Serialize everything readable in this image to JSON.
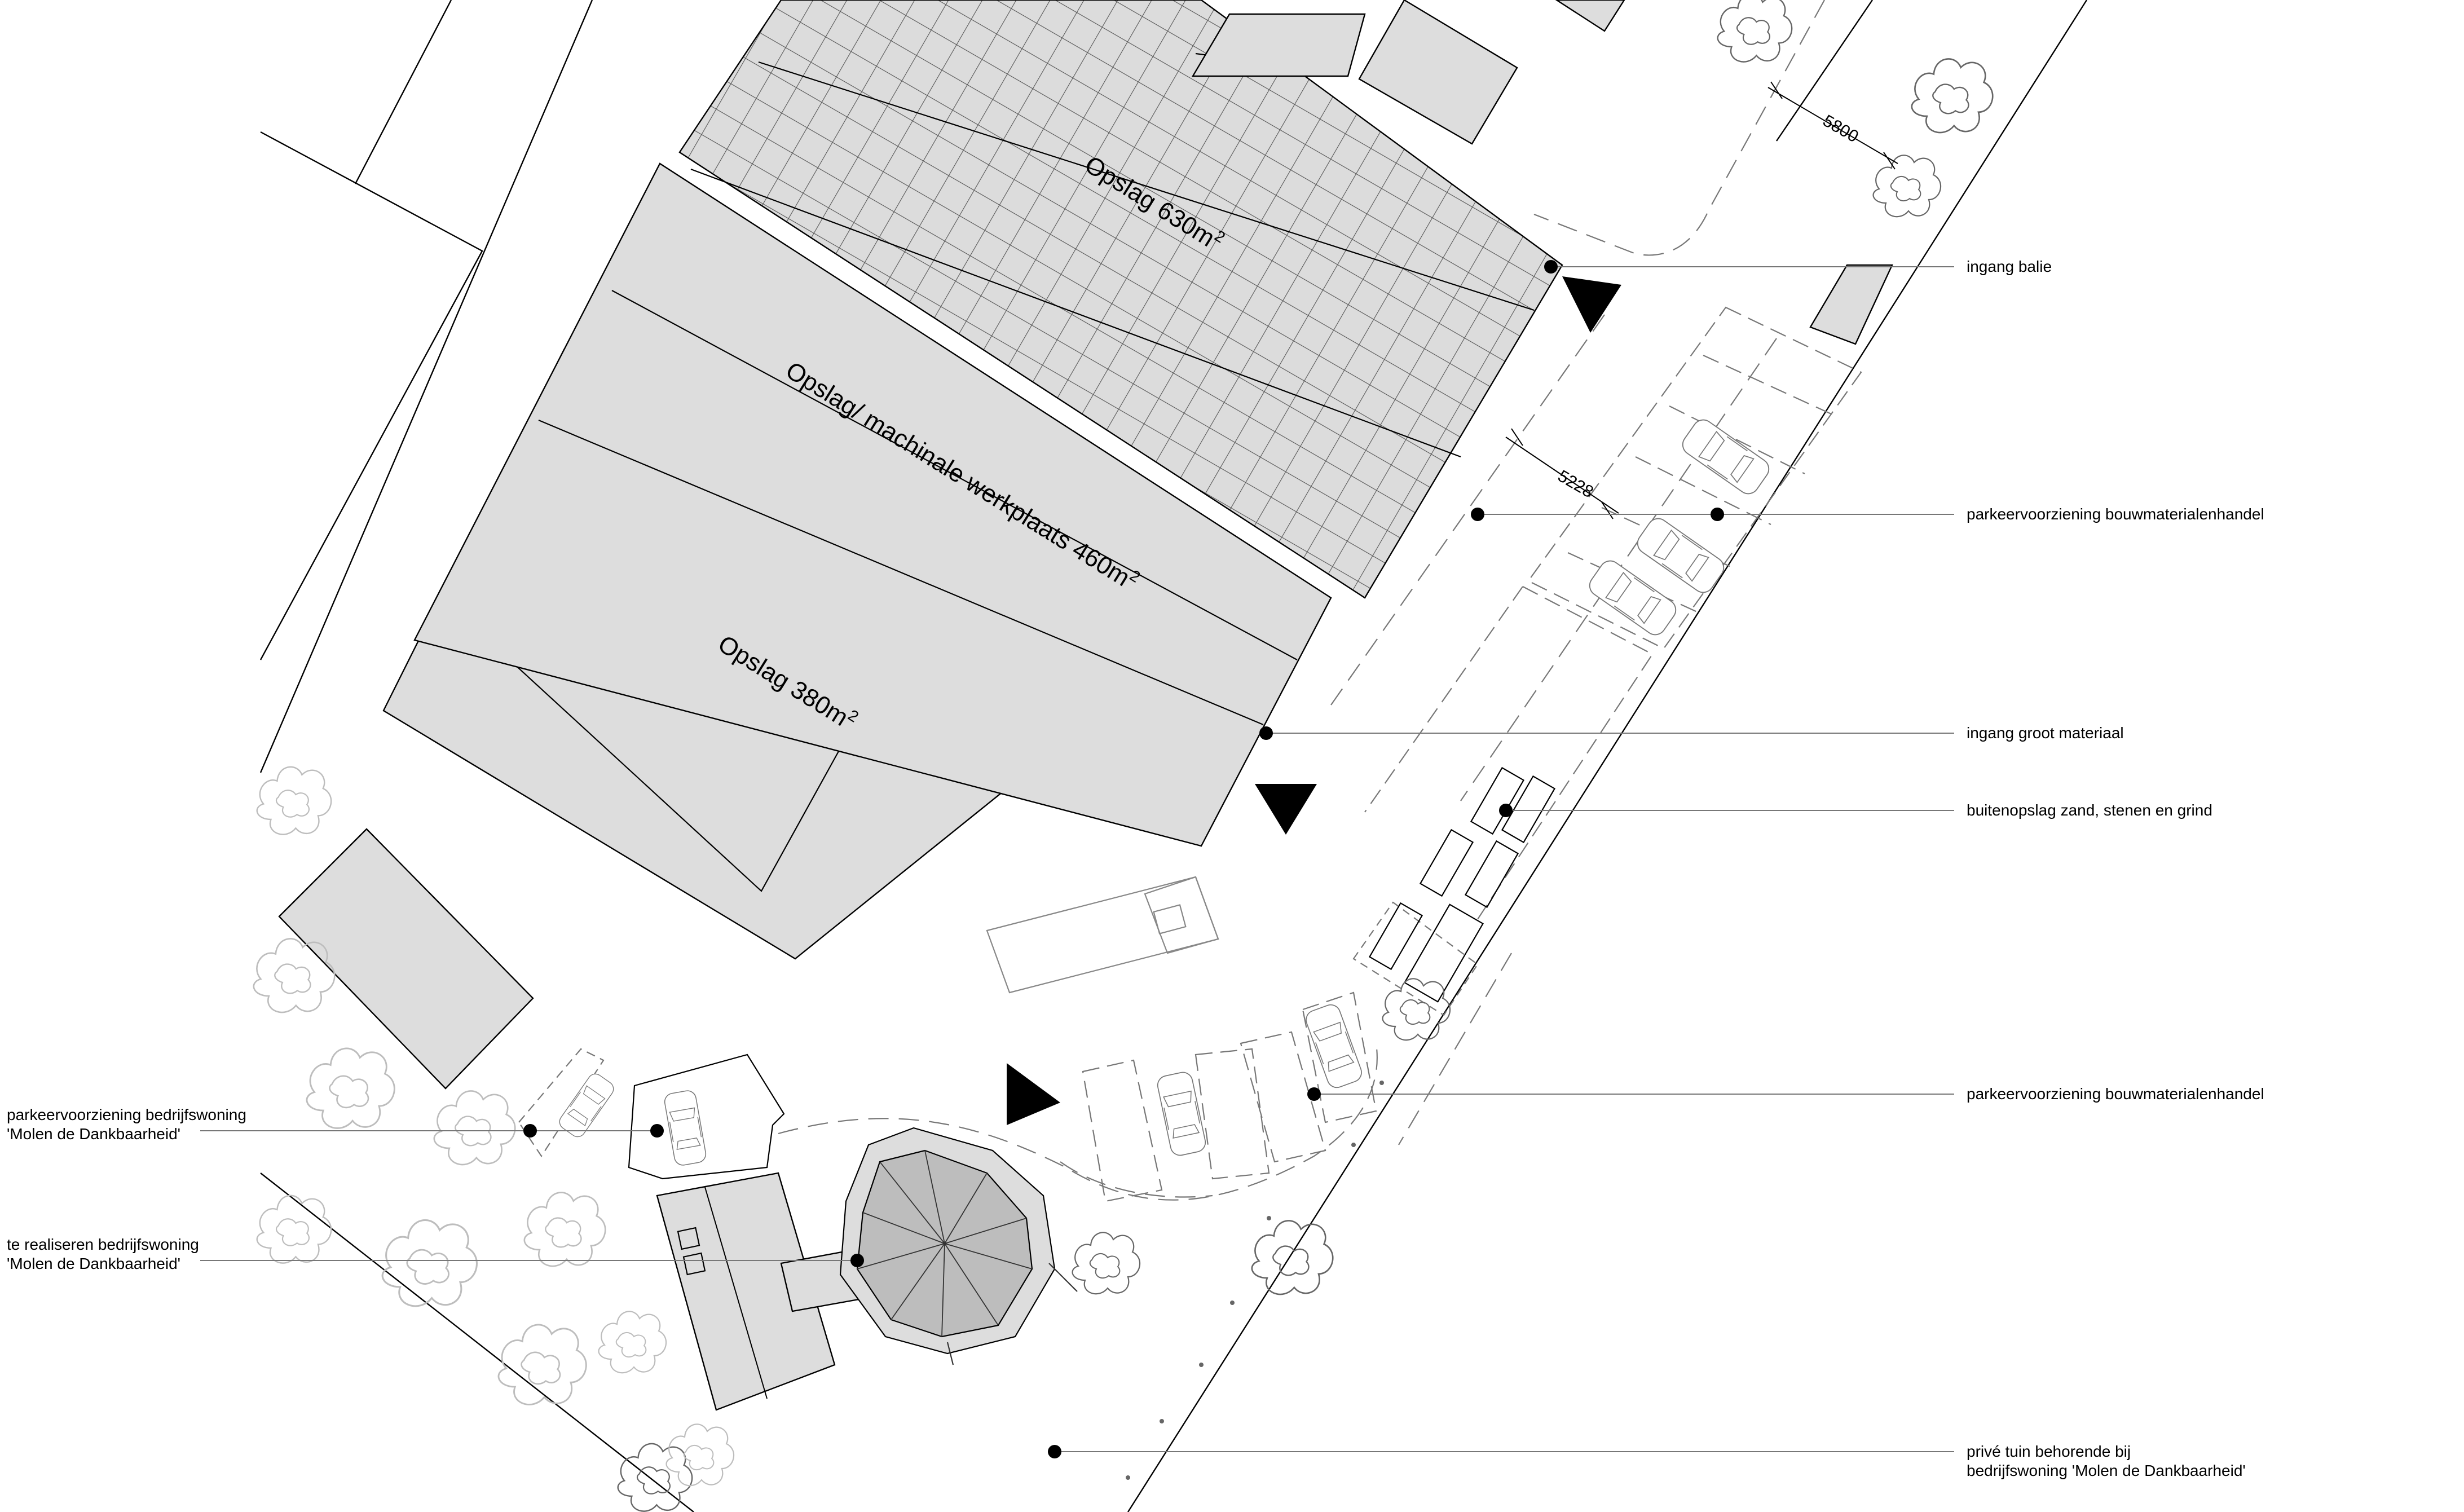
{
  "buildings": {
    "opslag_630": {
      "label": "Opslag 630m",
      "sup": "2"
    },
    "werkplaats_460": {
      "label": "Opslag/ machinale werkplaats 460m",
      "sup": "2"
    },
    "opslag_380": {
      "label": "Opslag 380m",
      "sup": "2"
    }
  },
  "dimensions": {
    "top": "5800",
    "middle": "5228"
  },
  "annotations": {
    "ingang_balie": "ingang balie",
    "parkeer_1": "parkeervoorziening bouwmaterialenhandel",
    "ingang_groot": "ingang groot materiaal",
    "buitenopslag": "buitenopslag zand, stenen en grind",
    "parkeer_2": "parkeervoorziening bouwmaterialenhandel",
    "prive_tuin_1": "privé tuin behorende bij",
    "prive_tuin_2": "bedrijfswoning 'Molen de Dankbaarheid'",
    "parkeer_woning_1": "parkeervoorziening bedrijfswoning",
    "parkeer_woning_2": "'Molen de Dankbaarheid'",
    "woning_1": "te realiseren bedrijfswoning",
    "woning_2": "'Molen de Dankbaarheid'"
  }
}
